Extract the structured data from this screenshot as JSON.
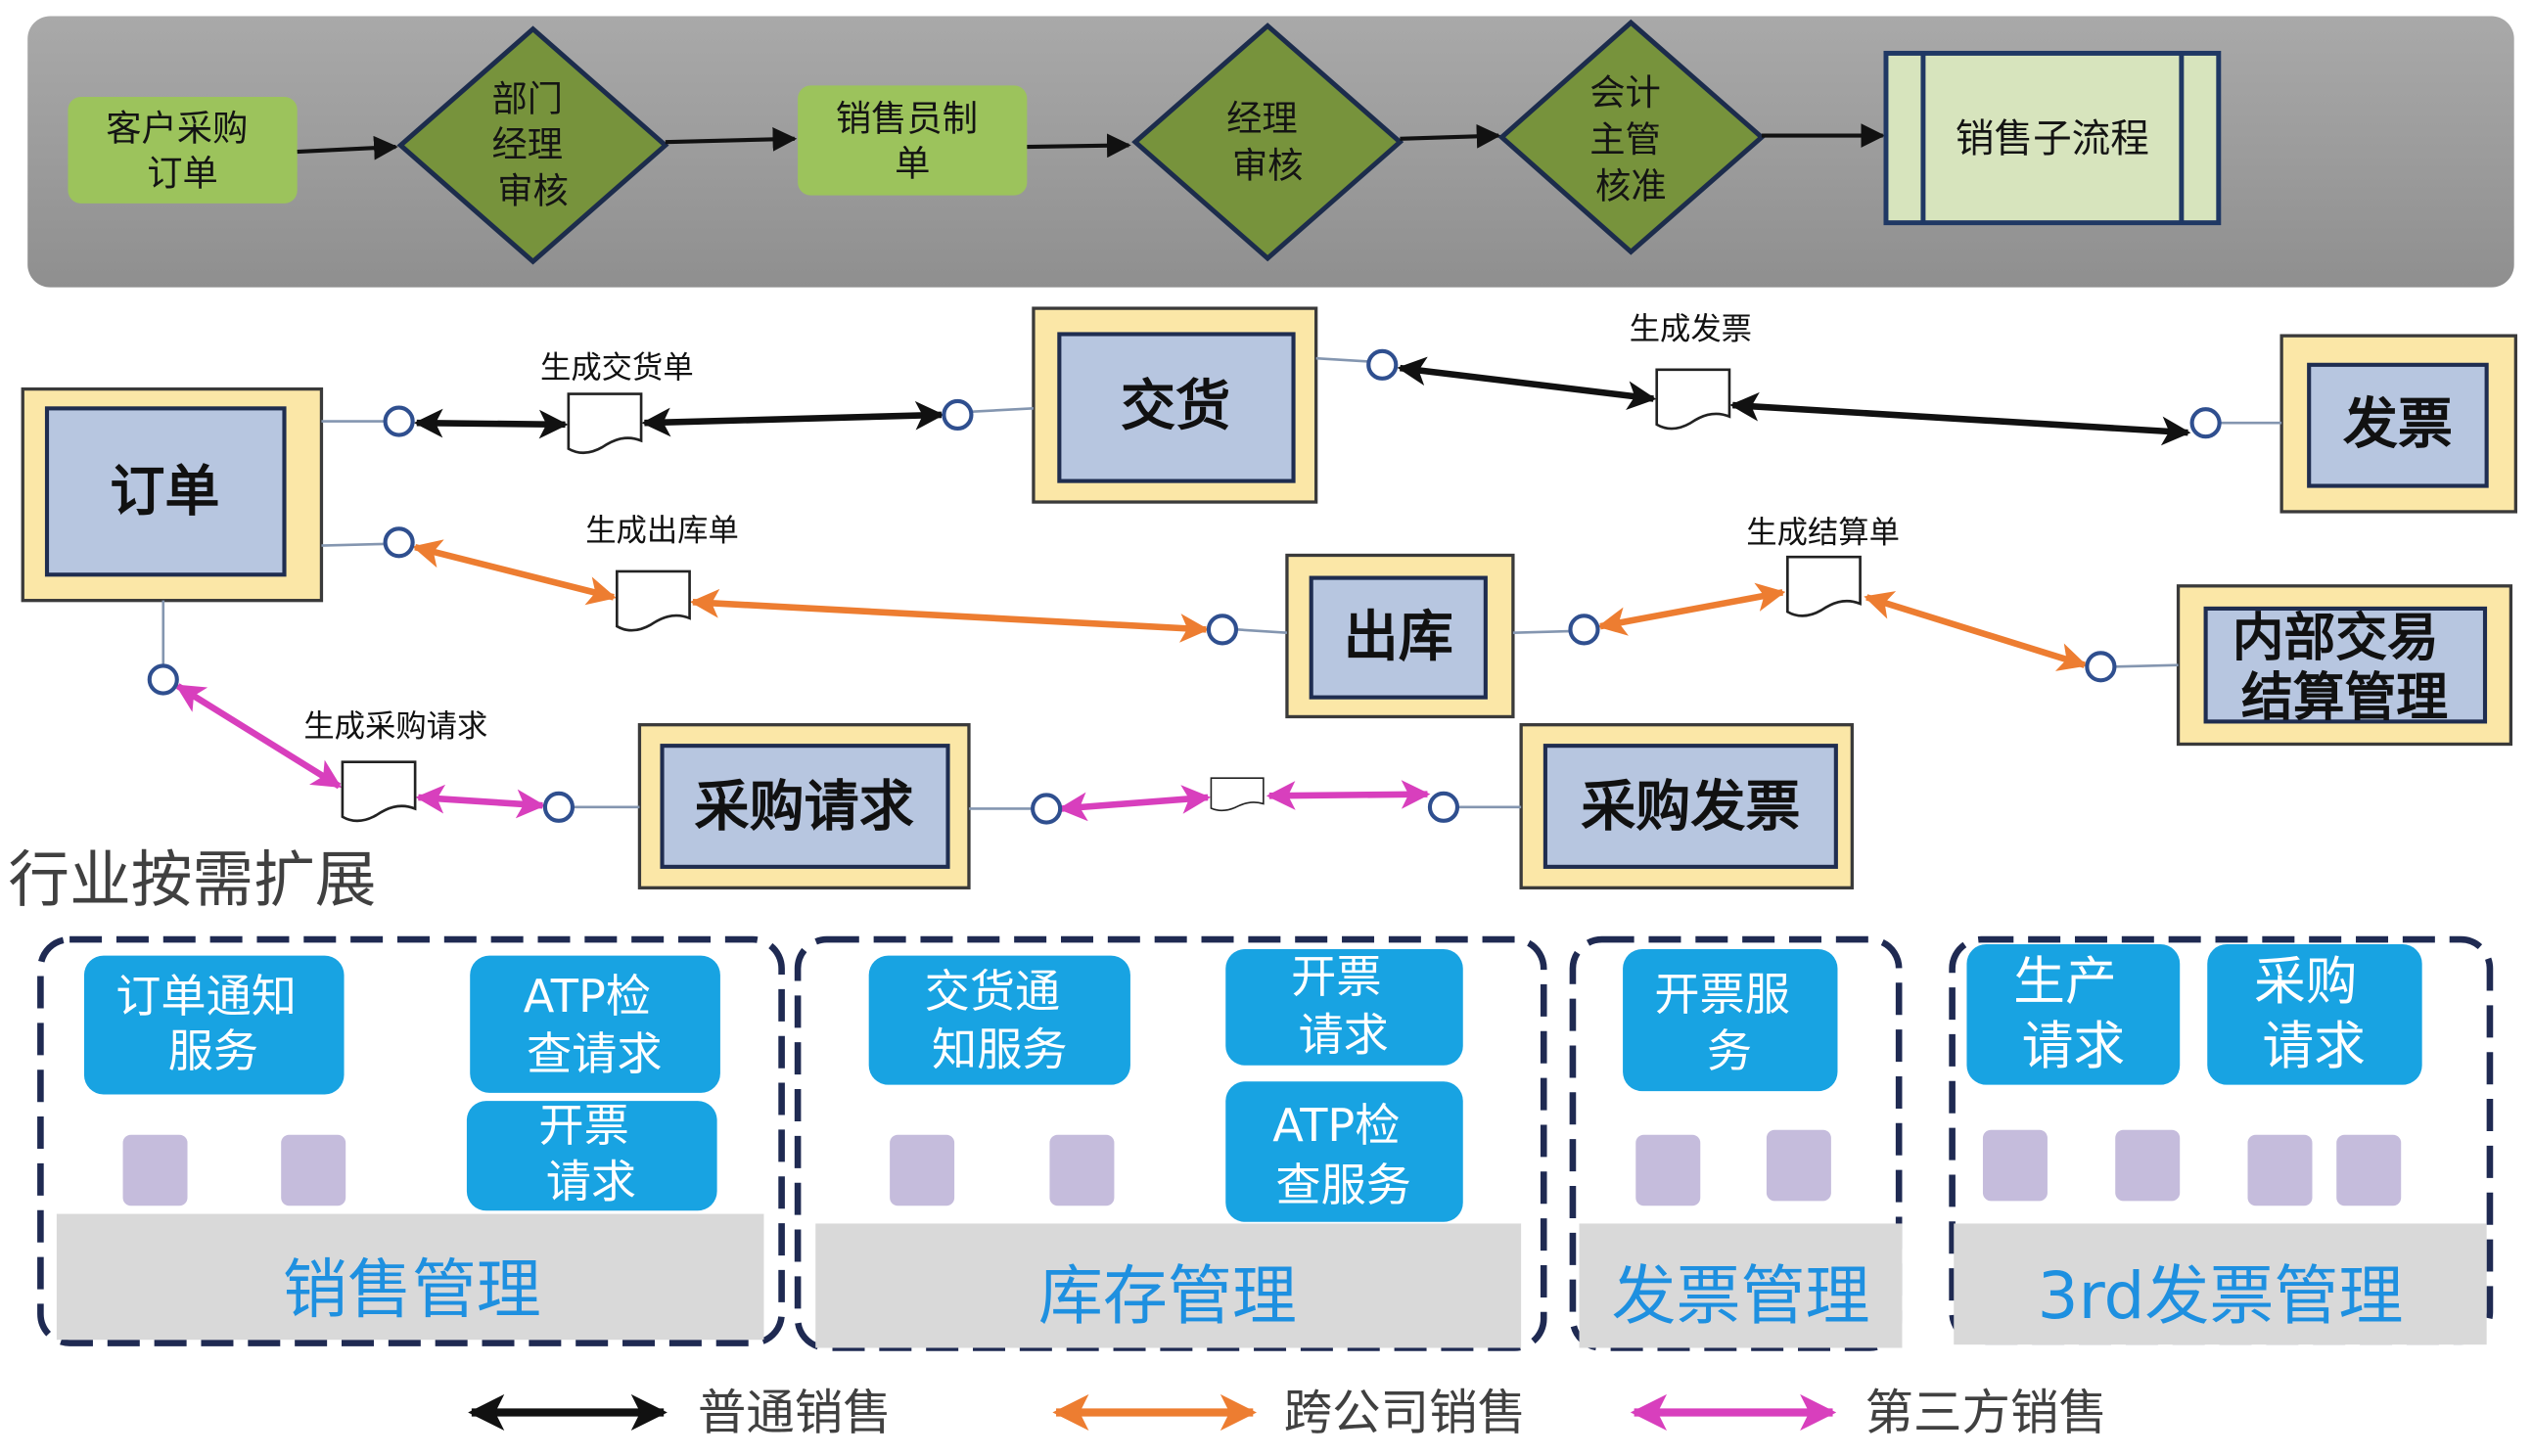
{
  "approval_flow": {
    "customer_po": [
      "客户采购",
      "订单"
    ],
    "dept_manager_review": [
      "部门",
      "经理",
      "审核"
    ],
    "sales_rep_entry": [
      "销售员制",
      "单"
    ],
    "manager_review": [
      "经理",
      "审核"
    ],
    "accounting_approval": [
      "会计",
      "主管",
      "核准"
    ],
    "sales_subprocess": "销售子流程"
  },
  "documents": {
    "order": "订单",
    "delivery": "交货",
    "invoice": "发票",
    "goods_issue": "出库",
    "intercompany_settlement": [
      "内部交易",
      "结算管理"
    ],
    "purchase_request": "采购请求",
    "purchase_invoice": "采购发票"
  },
  "connectors": {
    "create_delivery": "生成交货单",
    "create_invoice": "生成发票",
    "create_goods_issue": "生成出库单",
    "create_settlement": "生成结算单",
    "create_purchase_request": "生成采购请求"
  },
  "extension_title": "行业按需扩展",
  "modules": {
    "sales": {
      "title": "销售管理",
      "services": [
        [
          "订单通知",
          "服务"
        ],
        [
          "ATP检",
          "查请求"
        ],
        [
          "开票",
          "请求"
        ]
      ]
    },
    "inventory": {
      "title": "库存管理",
      "services": [
        [
          "交货通",
          "知服务"
        ],
        [
          "开票",
          "请求"
        ],
        [
          "ATP检",
          "查服务"
        ]
      ]
    },
    "billing": {
      "title": "发票管理",
      "services": [
        [
          "开票服",
          "务"
        ]
      ]
    },
    "third_party": {
      "title": "3rd发票管理",
      "services": [
        [
          "生产",
          "请求"
        ],
        [
          "采购",
          "请求"
        ]
      ]
    }
  },
  "legend": [
    {
      "label": "普通销售",
      "color": "#111111"
    },
    {
      "label": "跨公司销售",
      "color": "#ed7d31"
    },
    {
      "label": "第三方销售",
      "color": "#d83fbd"
    }
  ],
  "colors": {
    "flow_green": "#9cc35c",
    "decision_green": "#77933c",
    "service_blue": "#18a3e2",
    "module_title_blue": "#1e90e0"
  }
}
